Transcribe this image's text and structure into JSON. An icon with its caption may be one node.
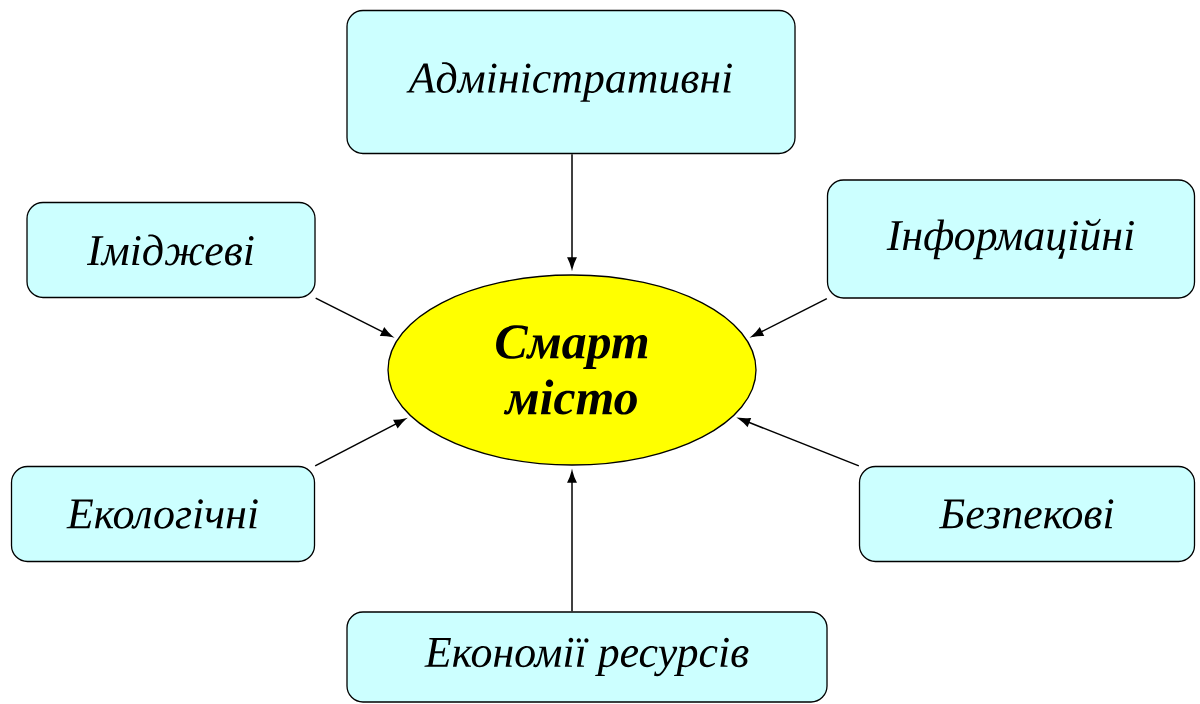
{
  "diagram": {
    "nodes": [
      {
        "text": [
          "Адміністративні"
        ]
      },
      {
        "text": [
          "Іміджеві"
        ]
      },
      {
        "text": [
          "Інформаційні"
        ]
      },
      {
        "text": [
          "Смарт місто"
        ]
      },
      {
        "text": [
          "Екологічні"
        ]
      },
      {
        "text": [
          "Безпекові"
        ]
      },
      {
        "text": [
          "Економії ресурсів"
        ]
      }
    ],
    "edges": [
      {
        "from": 0,
        "to": 3,
        "arrow": "to"
      },
      {
        "from": 1,
        "to": 3,
        "arrow": "to"
      },
      {
        "from": 2,
        "to": 3,
        "arrow": "to"
      },
      {
        "from": 4,
        "to": 3,
        "arrow": "to"
      },
      {
        "from": 5,
        "to": 3,
        "arrow": "to"
      },
      {
        "from": 6,
        "to": 3,
        "arrow": "to"
      }
    ]
  }
}
